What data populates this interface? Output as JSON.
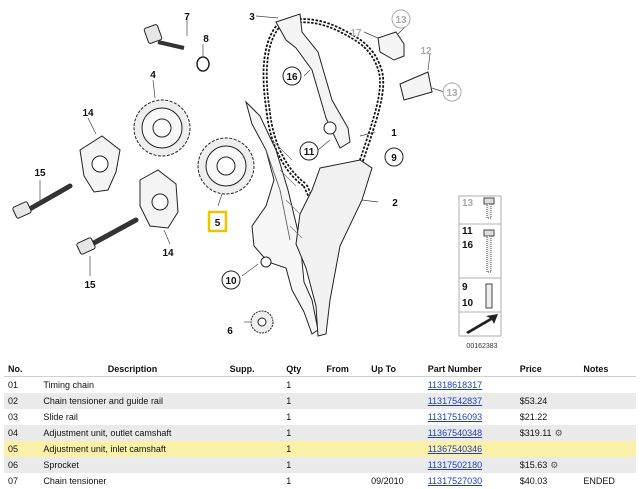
{
  "diagram": {
    "labels": {
      "p1": "1",
      "p2": "2",
      "p3": "3",
      "p4": "4",
      "p5": "5",
      "p6": "6",
      "p7": "7",
      "p8": "8",
      "p9": "9",
      "p10": "10",
      "p11": "11",
      "p12": "12",
      "p13a": "13",
      "p13b": "13",
      "p14a": "14",
      "p14b": "14",
      "p15a": "15",
      "p15b": "15",
      "p16": "16",
      "p17": "17"
    },
    "inset_labels": {
      "i13": "13",
      "i11": "11",
      "i16": "16",
      "i9": "9",
      "i10": "10"
    },
    "ref_number": "00162383",
    "highlight_color": "#f2c200"
  },
  "table": {
    "headers": [
      "No.",
      "Description",
      "Supp.",
      "Qty",
      "From",
      "Up To",
      "Part Number",
      "Price",
      "Notes"
    ],
    "rows": [
      {
        "no": "01",
        "desc": "Timing chain",
        "supp": "",
        "qty": "1",
        "from": "",
        "upto": "",
        "part": "11318618317",
        "price": "",
        "notes": ""
      },
      {
        "no": "02",
        "desc": "Chain tensioner and guide rail",
        "supp": "",
        "qty": "1",
        "from": "",
        "upto": "",
        "part": "11317542837",
        "price": "$53.24",
        "notes": ""
      },
      {
        "no": "03",
        "desc": "Slide rail",
        "supp": "",
        "qty": "1",
        "from": "",
        "upto": "",
        "part": "11317516093",
        "price": "$21.22",
        "notes": ""
      },
      {
        "no": "04",
        "desc": "Adjustment unit, outlet camshaft",
        "supp": "",
        "qty": "1",
        "from": "",
        "upto": "",
        "part": "11367540348",
        "price": "$319.11",
        "notes": ""
      },
      {
        "no": "05",
        "desc": "Adjustment unit, inlet camshaft",
        "supp": "",
        "qty": "1",
        "from": "",
        "upto": "",
        "part": "11367540346",
        "price": "",
        "notes": ""
      },
      {
        "no": "06",
        "desc": "Sprocket",
        "supp": "",
        "qty": "1",
        "from": "",
        "upto": "",
        "part": "11317502180",
        "price": "$15.63",
        "notes": ""
      },
      {
        "no": "07",
        "desc": "Chain tensioner",
        "supp": "",
        "qty": "1",
        "from": "",
        "upto": "09/2010",
        "part": "11317527030",
        "price": "$40.03",
        "notes": "ENDED"
      }
    ]
  }
}
